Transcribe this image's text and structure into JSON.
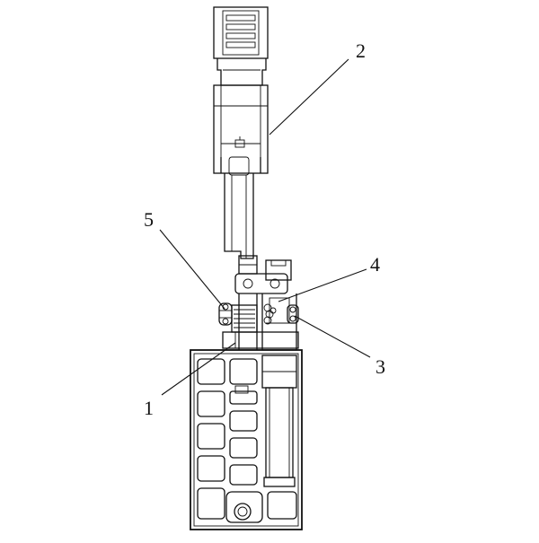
{
  "labels": {
    "1": "1",
    "2": "2",
    "3": "3",
    "4": "4",
    "5": "5"
  },
  "colors": {
    "line": "#111111",
    "background": "#ffffff"
  }
}
